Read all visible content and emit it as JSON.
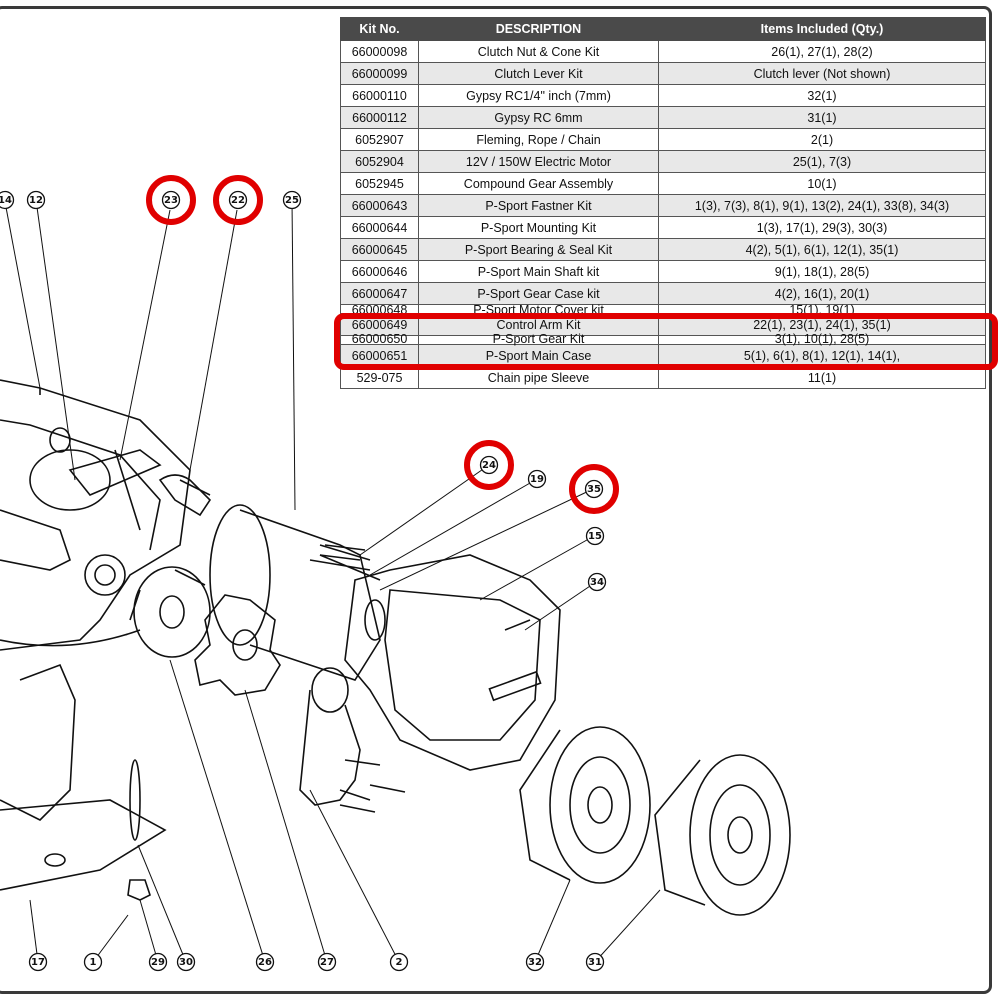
{
  "table": {
    "headers": [
      "Kit No.",
      "DESCRIPTION",
      "Items Included (Qty.)"
    ],
    "rows": [
      [
        "66000098",
        "Clutch Nut & Cone Kit",
        "26(1), 27(1), 28(2)"
      ],
      [
        "66000099",
        "Clutch Lever Kit",
        "Clutch lever (Not shown)"
      ],
      [
        "66000110",
        "Gypsy RC1/4\" inch (7mm)",
        "32(1)"
      ],
      [
        "66000112",
        "Gypsy RC 6mm",
        "31(1)"
      ],
      [
        "6052907",
        "Fleming, Rope / Chain",
        "2(1)"
      ],
      [
        "6052904",
        "12V / 150W Electric Motor",
        "25(1), 7(3)"
      ],
      [
        "6052945",
        "Compound Gear Assembly",
        "10(1)"
      ],
      [
        "66000643",
        "P-Sport Fastner Kit",
        "1(3), 7(3), 8(1), 9(1), 13(2), 24(1), 33(8), 34(3)"
      ],
      [
        "66000644",
        "P-Sport Mounting Kit",
        "1(3), 17(1), 29(3), 30(3)"
      ],
      [
        "66000645",
        "P-Sport Bearing & Seal Kit",
        "4(2), 5(1), 6(1), 12(1), 35(1)"
      ],
      [
        "66000646",
        "P-Sport Main Shaft kit",
        "9(1), 18(1), 28(5)"
      ],
      [
        "66000647",
        "P-Sport Gear Case kit",
        "4(2), 16(1), 20(1)"
      ],
      [
        "66000648",
        "P-Sport Motor Cover kit",
        "15(1), 19(1)"
      ],
      [
        "66000649",
        "Control Arm Kit",
        "22(1), 23(1), 24(1), 35(1)"
      ],
      [
        "66000650",
        "P-Sport Gear Kit",
        "3(1), 10(1), 28(5)"
      ],
      [
        "66000651",
        "P-Sport Main Case",
        "5(1), 6(1), 8(1), 12(1), 14(1),"
      ],
      [
        "529-075",
        "Chain pipe Sleeve",
        "11(1)"
      ]
    ]
  },
  "callouts": [
    "14",
    "12",
    "23",
    "22",
    "25",
    "24",
    "19",
    "35",
    "15",
    "34",
    "17",
    "1",
    "29",
    "30",
    "26",
    "27",
    "2",
    "32",
    "31"
  ],
  "highlighted_callouts": [
    "23",
    "22",
    "24",
    "35"
  ],
  "highlighted_row_kit_no": "66000649",
  "colors": {
    "highlight": "#e00000",
    "header_bg": "#4a4a4a",
    "row_alt": "#e8e8e8",
    "line": "#111111"
  }
}
